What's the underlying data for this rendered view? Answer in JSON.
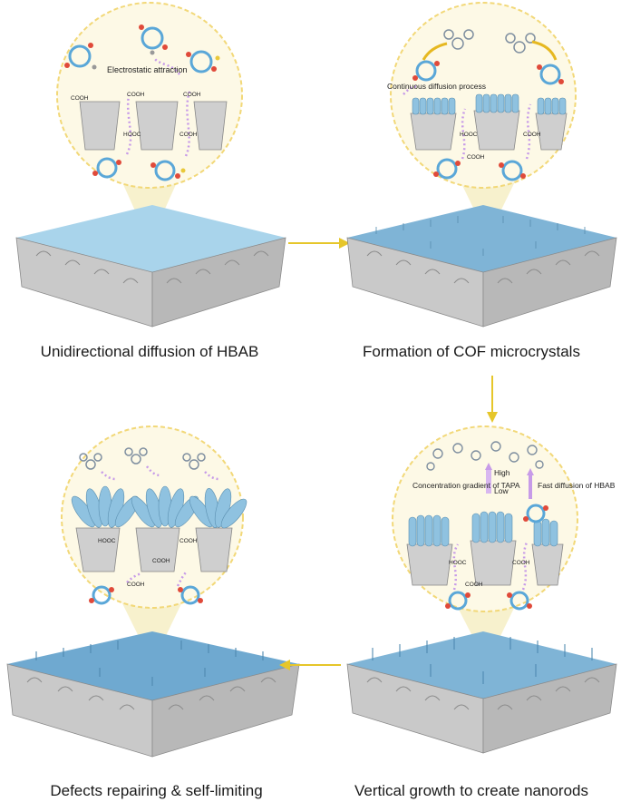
{
  "panels": [
    {
      "caption": "Unidirectional diffusion of HBAB",
      "labels": {
        "attraction": "Electrostatic attraction",
        "cooh": "COOH",
        "hooc": "HOOC"
      }
    },
    {
      "caption": "Formation of COF microcrystals",
      "labels": {
        "diffusion": "Continuous diffusion process",
        "cooh": "COOH",
        "hooc": "HOOC"
      }
    },
    {
      "caption": "Defects repairing & self-limiting",
      "labels": {
        "cooh": "COOH",
        "hooc": "HOOC"
      }
    },
    {
      "caption": "Vertical growth to create nanorods",
      "labels": {
        "gradient": "Concentration gradient of TAPA",
        "high": "High",
        "low": "Low",
        "fast": "Fast diffusion of HBAB",
        "cooh": "COOH",
        "hooc": "HOOC"
      }
    }
  ],
  "colors": {
    "arrow": "#e6c62a",
    "circle_fill": "#fdf9e6",
    "circle_border": "#f2d878",
    "membrane": "#c8c8c8",
    "cof": "#8fc2e0",
    "dots": "#c79be8"
  }
}
